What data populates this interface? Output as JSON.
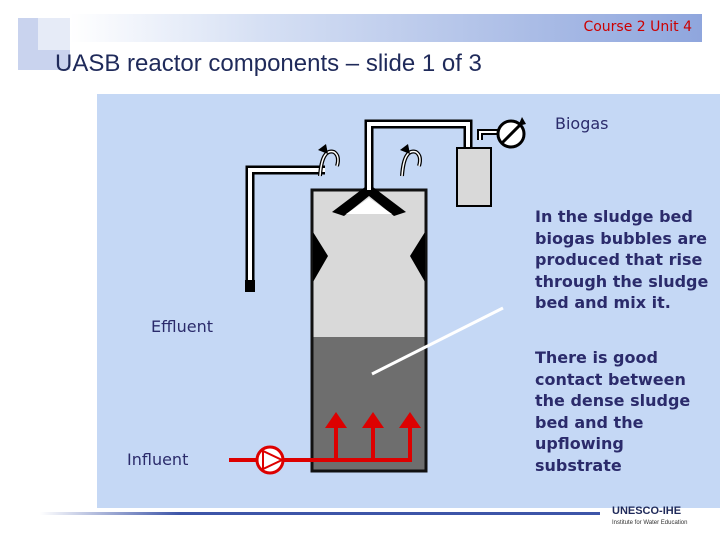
{
  "header": {
    "course": "Course 2 Unit 4",
    "title": "UASB reactor components – slide 1 of 3"
  },
  "diagram": {
    "labels": {
      "biogas": "Biogas",
      "effluent": "Effluent",
      "influent": "Influent"
    },
    "descriptions": [
      "In the sludge bed biogas bubbles are produced that rise through the sludge bed and mix it.",
      "There is good contact between the dense sludge bed and the upflowing substrate"
    ]
  },
  "footer": {
    "logo_name": "UNESCO-IHE",
    "logo_subtitle": "Institute for Water Education"
  },
  "colors": {
    "accent": "#cc0000",
    "panel": "#c5d8f5",
    "sludge": "#6e6e6e",
    "reactor_top": "#d9d9d9",
    "text": "#2b2b6b"
  }
}
